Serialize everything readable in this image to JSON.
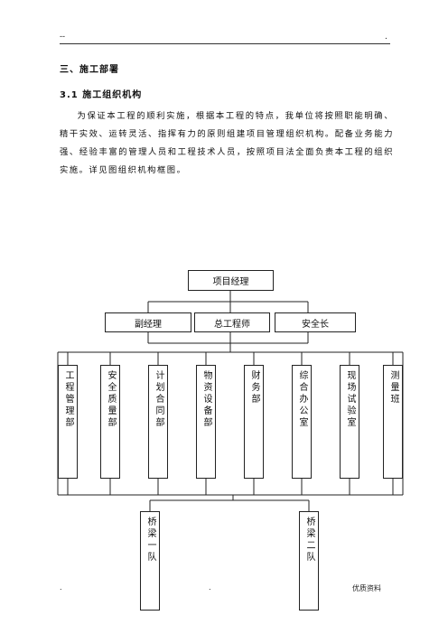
{
  "header": {
    "left_mark": "--",
    "right_mark": "."
  },
  "section": {
    "title": "三、施工部署",
    "subtitle": "3.1  施工组织机构",
    "paragraph": "为保证本工程的顺利实施，根据本工程的特点，我单位将按照职能明确、精干实效、运转灵活、指挥有力的原则组建项目管理组织机构。配备业务能力强、经验丰富的管理人员和工程技术人员，按照项目法全面负责本工程的组织实施。详见图组织机构框图。"
  },
  "org_chart": {
    "top": "项目经理",
    "level2": [
      "副经理",
      "总工程师",
      "安全长"
    ],
    "departments": [
      "工程管理部",
      "安全质量部",
      "计划合同部",
      "物资设备部",
      "财务部",
      "综合办公室",
      "现场试验室",
      "测量班"
    ],
    "teams": [
      "桥梁一队",
      "桥梁二队"
    ]
  },
  "footer": {
    "left": ".",
    "center": ".",
    "right": "优质资料"
  }
}
